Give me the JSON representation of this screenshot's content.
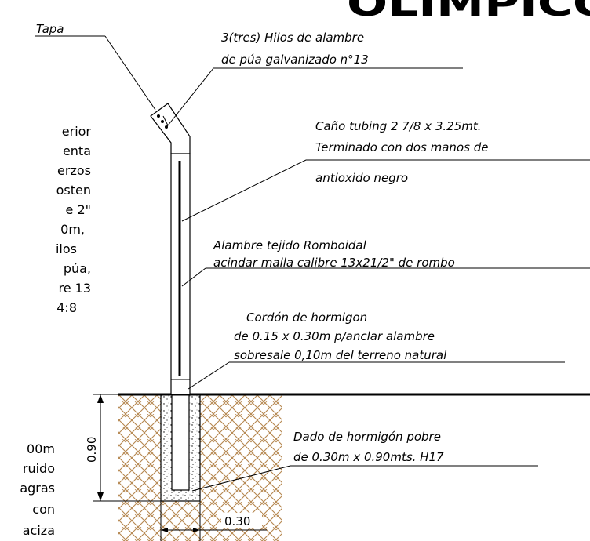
{
  "title_fragment": "OLIMPICO",
  "labels": {
    "tapa": "Tapa",
    "wires_line1": "3(tres) Hilos de alambre",
    "wires_line2": "de púa galvanizado n°13",
    "pipe_line1": "Caño tubing 2 7/8 x 3.25mt.",
    "pipe_line2": "Terminado con dos manos de",
    "pipe_line3": "antioxido negro",
    "mesh_line1": "Alambre tejido Romboidal",
    "mesh_line2": "acindar malla calibre 13x21/2\" de rombo",
    "curb_line1": "Cordón de hormigon",
    "curb_line2": "de 0.15 x 0.30m p/anclar alambre",
    "curb_line3": "sobresale 0,10m del terreno natural",
    "footing_line1": "Dado de hormigón pobre",
    "footing_line2": "de 0.30m x 0.90mts. H17"
  },
  "dimensions": {
    "depth": "0.90",
    "width": "0.30"
  },
  "left_text_upper": [
    "erior",
    "enta",
    "erzos",
    "osten",
    "e 2\"",
    "0m,",
    "ilos",
    "púa,",
    "re 13",
    "4:8"
  ],
  "left_text_lower": [
    "00m",
    "ruido",
    "agras",
    "con",
    "aciza"
  ],
  "colors": {
    "soil_hatch": "#b5874f",
    "line": "#000000",
    "background": "#ffffff"
  }
}
